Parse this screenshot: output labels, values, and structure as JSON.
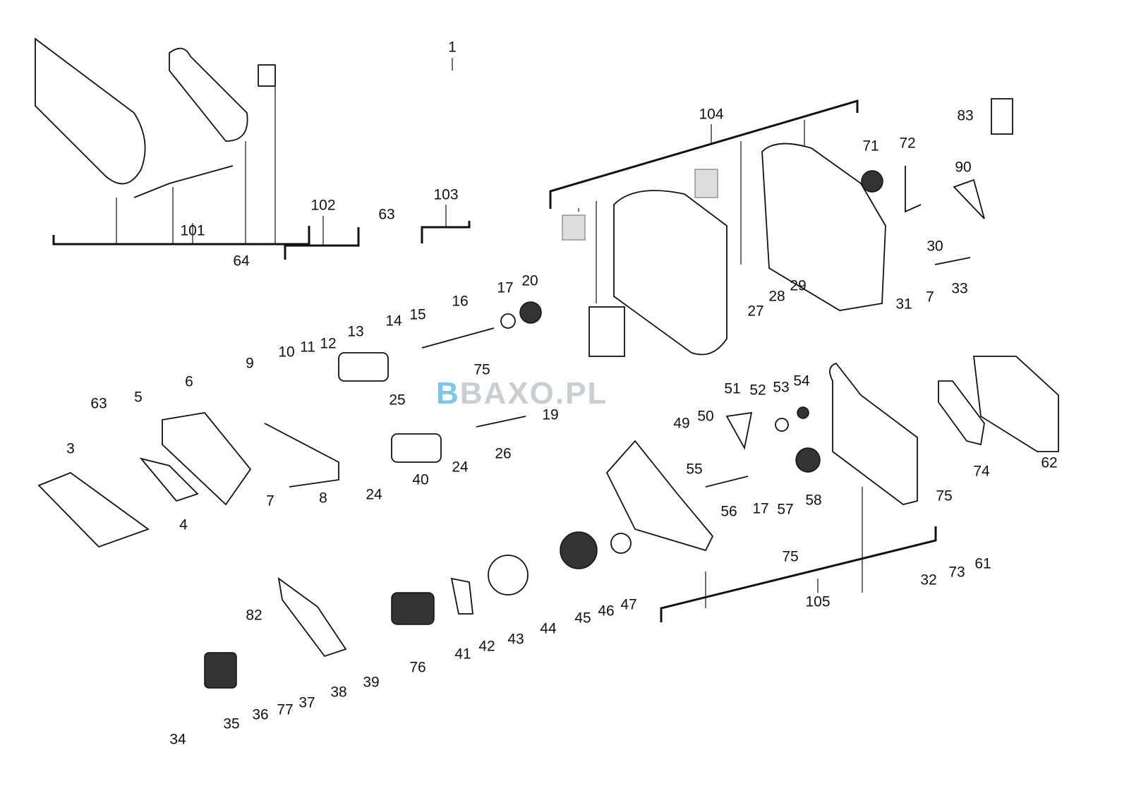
{
  "watermark": {
    "logo_text": "BAXO.PL",
    "accent": "#7fc7e8"
  },
  "callouts": [
    "1",
    "101",
    "102",
    "103",
    "63",
    "64",
    "104",
    "71",
    "72",
    "83",
    "90",
    "30",
    "33",
    "31",
    "7",
    "27",
    "28",
    "29",
    "17",
    "20",
    "16",
    "15",
    "14",
    "13",
    "12",
    "11",
    "10",
    "9",
    "75",
    "25",
    "19",
    "26",
    "24",
    "24",
    "40",
    "8",
    "7",
    "6",
    "5",
    "63",
    "3",
    "4",
    "51",
    "52",
    "53",
    "54",
    "49",
    "50",
    "55",
    "56",
    "17",
    "57",
    "58",
    "74",
    "62",
    "75",
    "75",
    "105",
    "45",
    "46",
    "47",
    "44",
    "43",
    "42",
    "41",
    "76",
    "39",
    "38",
    "37",
    "77",
    "36",
    "35",
    "34",
    "82",
    "32",
    "73",
    "61"
  ]
}
